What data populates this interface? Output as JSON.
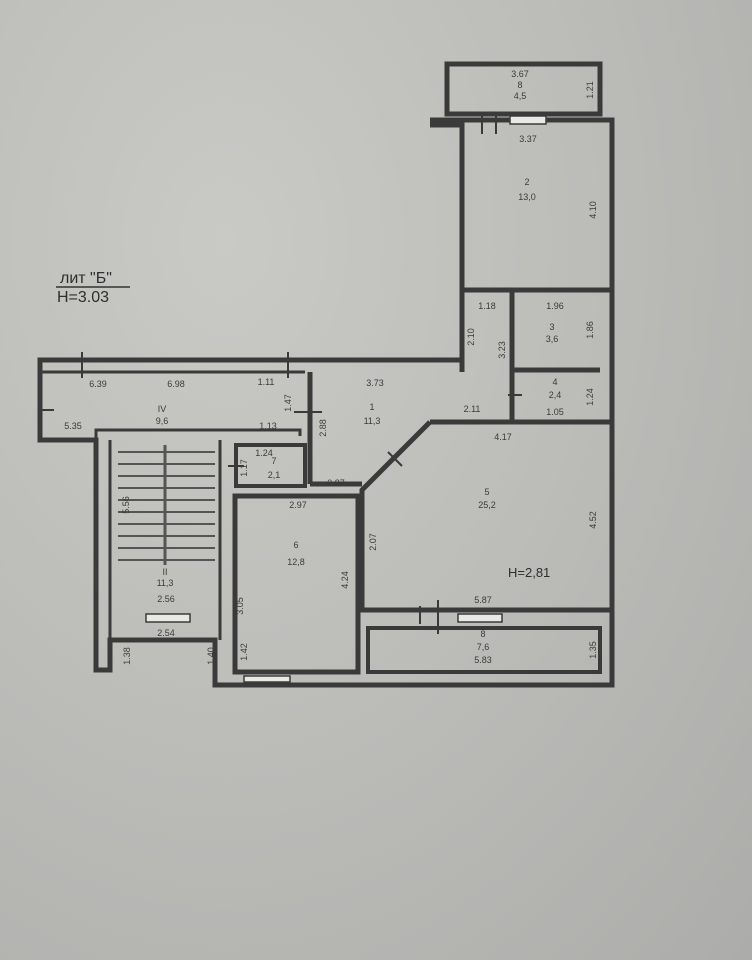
{
  "header": {
    "liter": "лит \"Б\"",
    "height": "Н=3.03"
  },
  "height_note": "Н=2,81",
  "rooms": [
    {
      "num": "8",
      "area": "4,5"
    },
    {
      "num": "2",
      "area": "13,0"
    },
    {
      "num": "3",
      "area": "3,6"
    },
    {
      "num": "4",
      "area": "2,4"
    },
    {
      "num": "1",
      "area": "11,3"
    },
    {
      "num": "IV",
      "area": "9,6"
    },
    {
      "num": "7",
      "area": "2,1"
    },
    {
      "num": "5",
      "area": "25,2"
    },
    {
      "num": "6",
      "area": "12,8"
    },
    {
      "num": "II",
      "area": "11,3"
    },
    {
      "num": "8",
      "area": "7,6"
    }
  ],
  "dimensions": {
    "d_367": "3.67",
    "d_121": "1.21",
    "d_337": "3.37",
    "d_410": "4.10",
    "d_118": "1.18",
    "d_196": "1.96",
    "d_210": "2.10",
    "d_323": "3.23",
    "d_186": "1.86",
    "d_124r": "1.24",
    "d_105": "1.05",
    "d_211": "2.11",
    "d_373": "3.73",
    "d_417": "4.17",
    "d_452": "4.52",
    "d_587": "5.87",
    "d_135": "1.35",
    "d_583": "5.83",
    "d_207": "2.07",
    "d_424": "4.24",
    "d_297": "2.97",
    "d_087": "0.87",
    "d_288": "2.88",
    "d_147": "1.47",
    "d_124l": "1.24",
    "d_117": "1.17",
    "d_639": "6.39",
    "d_698": "6.98",
    "d_535": "5.35",
    "d_556": "5.56",
    "d_256": "2.56",
    "d_254": "2.54",
    "d_138": "1.38",
    "d_140": "1.40",
    "d_142": "1.42",
    "d_305": "3.05",
    "d_111": "1.11",
    "d_113": "1.13"
  }
}
